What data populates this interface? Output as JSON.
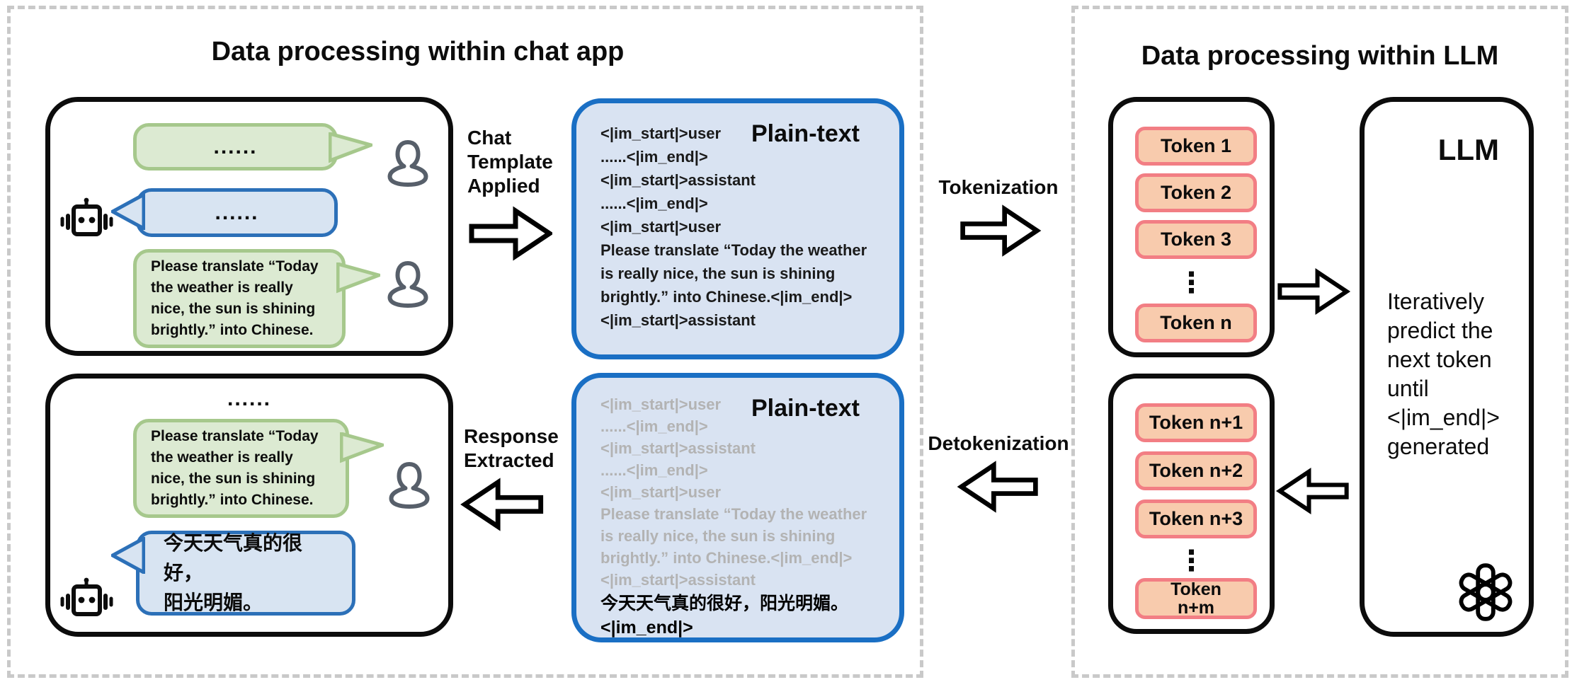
{
  "chat_panel": {
    "title": "Data processing within chat app"
  },
  "llm_panel": {
    "title": "Data processing within LLM"
  },
  "chat_top": {
    "user_ellipsis": "......",
    "assistant_ellipsis": "......",
    "user_request": "Please translate “Today\nthe weather is really\nnice, the sun is shining\nbrightly.” into Chinese."
  },
  "chat_bottom": {
    "history_ellipsis": "......",
    "user_request": "Please translate “Today\nthe weather is really\nnice, the sun is shining\nbrightly.” into Chinese.",
    "assistant_reply": "今天天气真的很好，\n阳光明媚。"
  },
  "labels": {
    "chat_template": "Chat\nTemplate\nApplied",
    "tokenization": "Tokenization",
    "detokenization": "Detokenization",
    "response_extracted": "Response\nExtracted"
  },
  "plain_text_top": {
    "heading": "Plain-text",
    "content": "<|im_start|>user\n......<|im_end|>\n<|im_start|>assistant\n......<|im_end|>\n<|im_start|>user\nPlease translate “Today the weather\nis really nice, the sun is shining\nbrightly.” into Chinese.<|im_end|>\n<|im_start|>assistant"
  },
  "plain_text_bottom": {
    "heading": "Plain-text",
    "context": "<|im_start|>user\n......<|im_end|>\n<|im_start|>assistant\n......<|im_end|>\n<|im_start|>user\nPlease translate “Today the weather\nis really nice, the sun is shining\nbrightly.” into Chinese.<|im_end|>\n<|im_start|>assistant",
    "response": "今天天气真的很好，阳光明媚。\n<|im_end|>"
  },
  "tokens_in": {
    "items": [
      "Token 1",
      "Token 2",
      "Token 3"
    ],
    "ellipsis": "⋮",
    "last": "Token n"
  },
  "tokens_out": {
    "items": [
      "Token n+1",
      "Token n+2",
      "Token n+3"
    ],
    "ellipsis": "⋮",
    "last": "Token\nn+m"
  },
  "llm": {
    "label": "LLM",
    "behavior": "Iteratively\npredict  the\nnext token\nuntil\n<|im_end|>\ngenerated"
  },
  "colors": {
    "user_bubble_fill": "#dcead2",
    "user_bubble_border": "#a6c88c",
    "assistant_bubble_fill": "#d8e4f2",
    "assistant_bubble_border": "#2c70b8",
    "plain_text_fill": "#d9e3f2",
    "plain_text_border": "#1a6fc4",
    "token_fill": "#f8cbad",
    "token_border": "#f27e84",
    "muted_text": "#b3b3b3",
    "dashed_border": "#c9c9c9"
  }
}
